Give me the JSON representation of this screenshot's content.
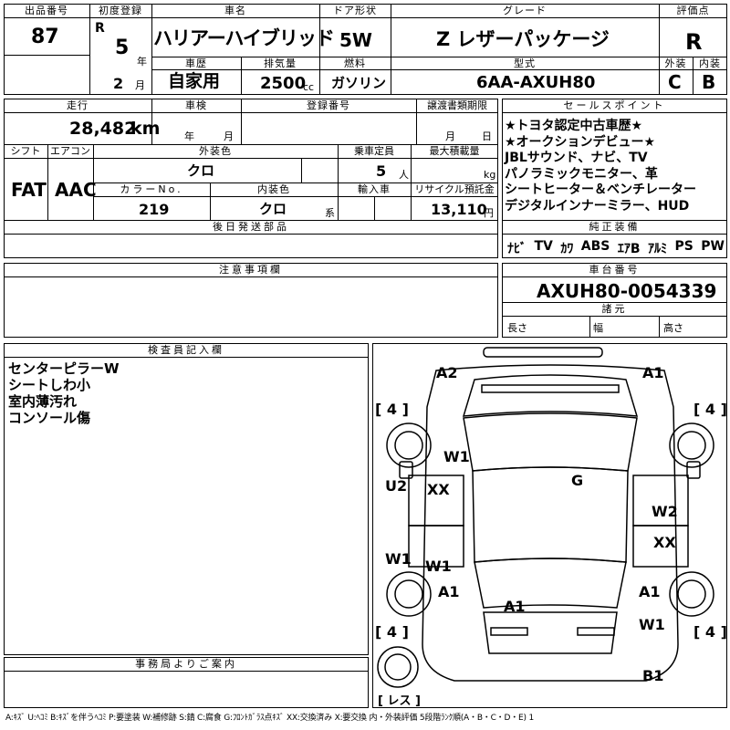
{
  "headers": {
    "lot_no": "出品番号",
    "first_reg": "初度登録",
    "car_name": "車名",
    "door": "ドア形状",
    "grade": "グレード",
    "score": "評価点",
    "vehicle_history": "車歴",
    "displacement": "排気量",
    "fuel": "燃料",
    "model": "型式",
    "exterior": "外装",
    "interior": "内装",
    "mileage": "走行",
    "inspection": "車検",
    "reg_number": "登録番号",
    "transfer_deadline": "譲渡書類期限",
    "shift": "シフト",
    "aircon": "エアコン",
    "ext_color": "外装色",
    "capacity": "乗車定員",
    "max_load": "最大積載量",
    "color_no": "カラーNo.",
    "int_color": "内装色",
    "import": "輸入車",
    "recycle": "リサイクル預託金",
    "later_parts": "後日発送部品",
    "sales_points": "セールスポイント",
    "standard_equipment": "純正装備",
    "notes": "注意事項欄",
    "chassis_no": "車台番号",
    "dimensions": "諸元",
    "inspector": "検査員記入欄",
    "office": "事務局よりご案内"
  },
  "vehicle": {
    "lot_no": "87",
    "era": "R",
    "year": "5",
    "year_unit": "年",
    "month": "2",
    "month_unit": "月",
    "car_name": "ハリアーハイブリッド",
    "door": "5W",
    "grade": "Z レザーパッケージ",
    "score": "R",
    "history": "自家用",
    "displacement": "2500",
    "displacement_unit": "cc",
    "fuel": "ガソリン",
    "model": "6AA-AXUH80",
    "exterior_grade": "C",
    "interior_grade": "B",
    "mileage": "28,482",
    "mileage_unit": "km",
    "inspection_year_unit": "年",
    "inspection_month_unit": "月",
    "transfer_month_unit": "月",
    "transfer_day_unit": "日",
    "shift": "FAT",
    "aircon": "AAC",
    "ext_color": "クロ",
    "capacity": "5",
    "capacity_unit": "人",
    "load_unit": "kg",
    "color_no": "219",
    "int_color": "クロ",
    "int_color_unit": "系",
    "recycle": "13,110",
    "recycle_unit": "円",
    "chassis_no": "AXUH80-0054339",
    "length_label": "長さ",
    "width_label": "幅",
    "height_label": "高さ"
  },
  "sales_points": [
    "★トヨタ認定中古車歴★",
    "★オークションデビュー★",
    "JBLサウンド、ナビ、TV",
    "パノラミックモニター、革",
    "シートヒーター＆ベンチレーター",
    "デジタルインナーミラー、HUD"
  ],
  "equipment": [
    "ﾅﾋﾞ",
    "TV",
    "ｶﾜ",
    "ABS",
    "ｴｱB",
    "ｱﾙﾐ",
    "PS",
    "PW"
  ],
  "inspector_notes": [
    "センターピラーW",
    "シートしわ小",
    "室内薄汚れ",
    "コンソール傷"
  ],
  "damage_marks": {
    "front_left": "A2",
    "front_right": "A1",
    "tire_fl": "[ 4 ]",
    "tire_fr": "[ 4 ]",
    "fender_l": "W1",
    "door_l1": "U2",
    "door_l1b": "XX",
    "roof": "G",
    "door_r1": "W2",
    "door_r2": "XX",
    "rocker_l": "W1",
    "door_l2": "W1",
    "quarter_l": "A1",
    "quarter_r": "A1",
    "rear": "A1",
    "rear_r": "W1",
    "tire_rl": "[ 4 ]",
    "tire_rr": "[ 4 ]",
    "spare": "[ レス ]",
    "bumper_r": "B1"
  },
  "legend": "A:ｷｽﾞ U:ﾍｺﾐ B:ｷｽﾞを伴うﾍｺﾐ P:要塗装 W:補修跡 S:錆 C:腐食 G:ﾌﾛﾝﾄｶﾞﾗｽ点ｷｽﾞ XX:交換済み X:要交換 内・外装評価 5段階ﾗﾝｸ順(A・B・C・D・E) 1"
}
